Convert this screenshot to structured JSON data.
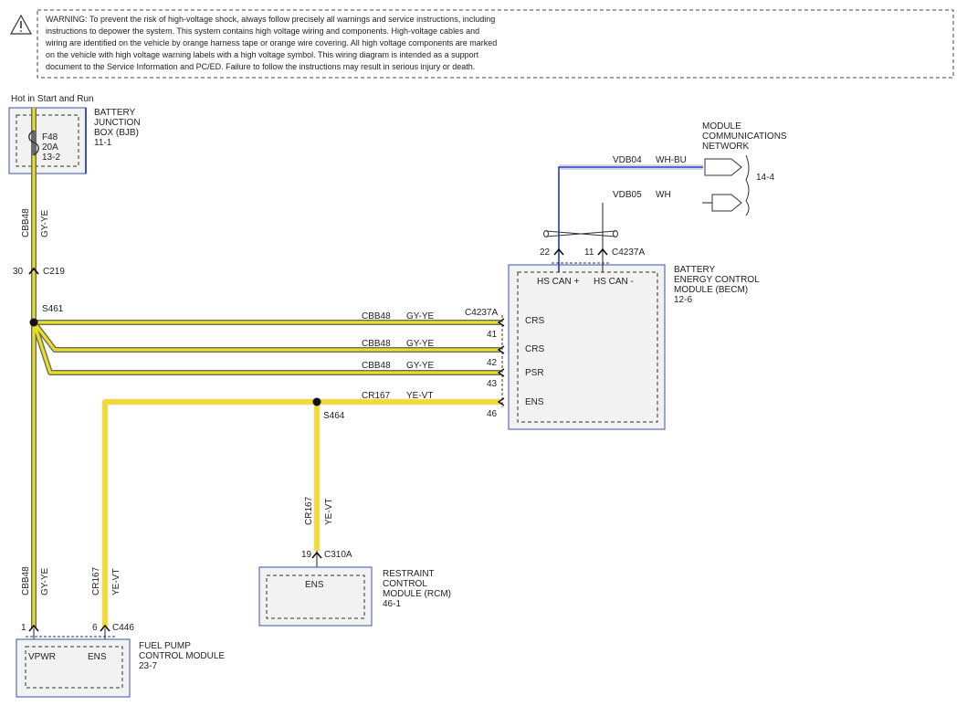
{
  "warning": {
    "lines": [
      "WARNING: To prevent the risk of high-voltage shock, always follow precisely all warnings and service instructions, including",
      "instructions to depower the system. This system contains high voltage wiring and components. High-voltage cables and",
      "wiring are identified on the vehicle by orange harness tape or orange wire covering. All high voltage components are marked",
      "on the vehicle with high voltage warning labels with a high voltage symbol. This wiring diagram is intended as a support",
      "document to the Service Information and PC/ED. Failure to follow the instructions may result in serious injury or death."
    ]
  },
  "hot_label": "Hot in Start and Run",
  "bjb": {
    "name_lines": [
      "BATTERY",
      "JUNCTION",
      "BOX (BJB)",
      "11-1"
    ],
    "fuse_lines": [
      "F48",
      "20A",
      "13-2"
    ]
  },
  "vertical_wires": {
    "main_top": {
      "circuit": "CBB48",
      "color": "GY-YE"
    },
    "main_bottom": {
      "circuit": "CBB48",
      "color": "GY-YE"
    },
    "fuel_branch": {
      "circuit": "CR167",
      "color": "YE-VT"
    },
    "rcm_branch": {
      "circuit": "CR167",
      "color": "YE-VT"
    }
  },
  "connectors": {
    "c219": {
      "pin": "30",
      "name": "C219"
    },
    "c4237a_left": {
      "name": "C4237A"
    },
    "c4237a_top": {
      "pin_left": "22",
      "pin_right": "11",
      "name": "C4237A"
    },
    "c310a": {
      "pin": "19",
      "name": "C310A"
    },
    "c446": {
      "pin_left": "1",
      "pin_right": "6",
      "name": "C446"
    }
  },
  "splices": {
    "s461": "S461",
    "s464": "S464"
  },
  "wires": [
    {
      "circuit": "CBB48",
      "color": "GY-YE",
      "pin": "41"
    },
    {
      "circuit": "CBB48",
      "color": "GY-YE",
      "pin": "42"
    },
    {
      "circuit": "CBB48",
      "color": "GY-YE",
      "pin": "43"
    },
    {
      "circuit": "CR167",
      "color": "YE-VT",
      "pin": "46"
    }
  ],
  "becm": {
    "name_lines": [
      "BATTERY",
      "ENERGY CONTROL",
      "MODULE (BECM)",
      "12-6"
    ],
    "pins": [
      "CRS",
      "CRS",
      "PSR",
      "ENS"
    ],
    "can_plus": "HS CAN +",
    "can_minus": "HS CAN -"
  },
  "network": {
    "name_lines": [
      "MODULE",
      "COMMUNICATIONS",
      "NETWORK"
    ],
    "ref": "14-4",
    "vdb04": {
      "circuit": "VDB04",
      "color": "WH-BU"
    },
    "vdb05": {
      "circuit": "VDB05",
      "color": "WH"
    }
  },
  "rcm": {
    "pin": "ENS",
    "name_lines": [
      "RESTRAINT",
      "CONTROL",
      "MODULE (RCM)",
      "46-1"
    ]
  },
  "fpcm": {
    "pin_left": "VPWR",
    "pin_right": "ENS",
    "name_lines": [
      "FUEL PUMP",
      "CONTROL MODULE",
      "23-7"
    ]
  }
}
